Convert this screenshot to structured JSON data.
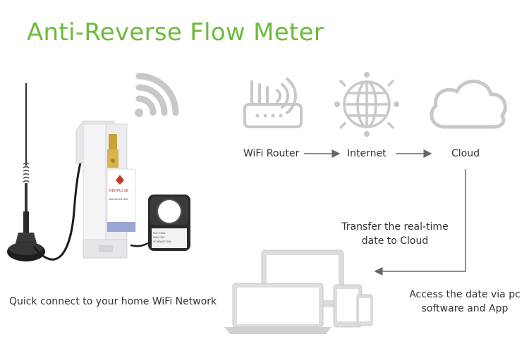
{
  "title": "Anti-Reverse Flow Meter",
  "flow": {
    "router": "WiFi Router",
    "internet": "Internet",
    "cloud": "Cloud"
  },
  "transfer_note": [
    "Transfer the real-time",
    "date to Cloud"
  ],
  "access_note": [
    "Access the date via pc",
    "software and App"
  ],
  "connect_note": "Quick connect to your home WiFi Network",
  "device": {
    "brand": "REDPULSE",
    "model": "BW135-WiFi-MS",
    "ct_label_1": "SCT-T16W",
    "ct_label_2": "50A/0.33V",
    "ct_label_3": "DC 80A/AC 80A"
  },
  "colors": {
    "accent": "#6cbb3c",
    "icon": "#c8c8c8",
    "arrow": "#666666",
    "brand_red": "#c0392b"
  },
  "icons": [
    "wifi-icon",
    "router-icon",
    "globe-icon",
    "cloud-icon",
    "devices-icon",
    "antenna-icon",
    "meter-device",
    "current-clamp"
  ]
}
